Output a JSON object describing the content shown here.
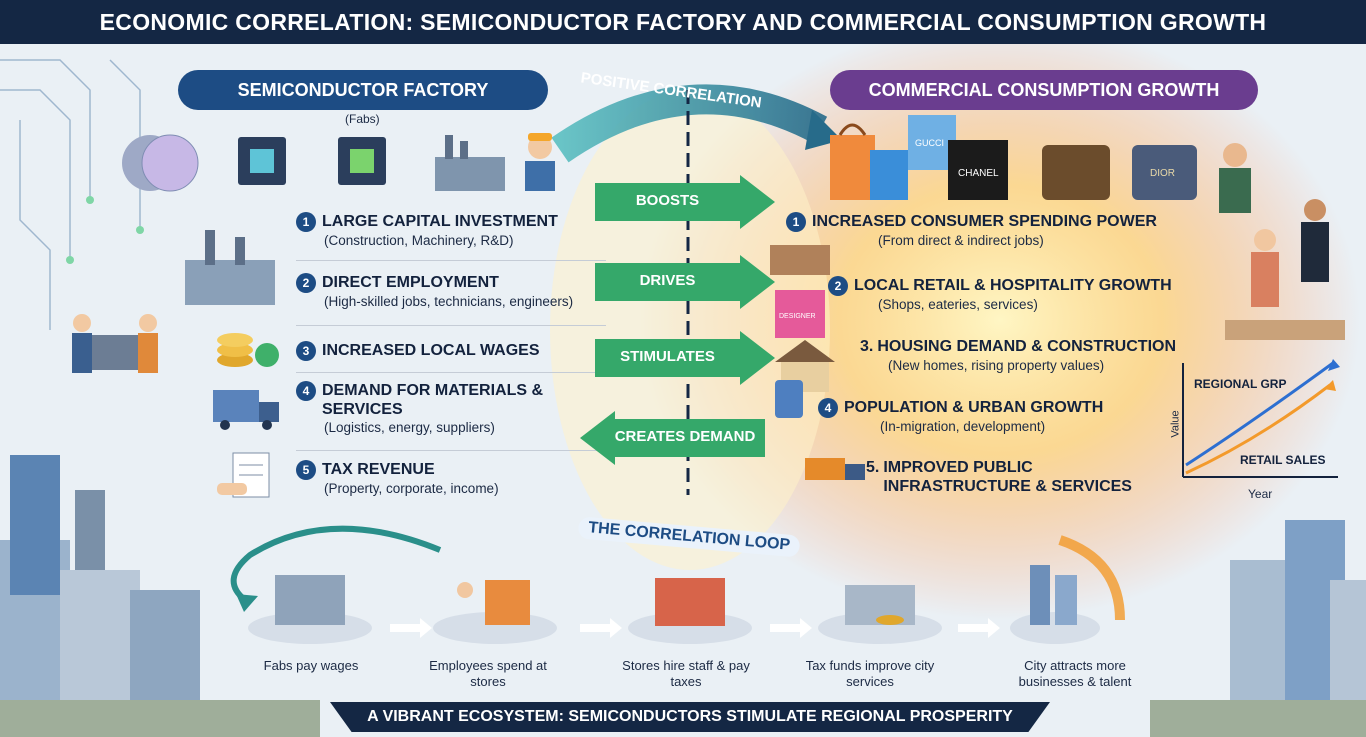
{
  "title": "ECONOMIC CORRELATION: SEMICONDUCTOR FACTORY AND COMMERCIAL CONSUMPTION GROWTH",
  "left_header": "SEMICONDUCTOR FACTORY",
  "right_header": "COMMERCIAL CONSUMPTION GROWTH",
  "fabs_label": "(Fabs)",
  "center_curve_label": "POSITIVE CORRELATION",
  "factory_items": [
    {
      "num": "1",
      "head": "LARGE CAPITAL INVESTMENT",
      "sub": "(Construction, Machinery, R&D)"
    },
    {
      "num": "2",
      "head": "DIRECT EMPLOYMENT",
      "sub": "(High-skilled jobs, technicians, engineers)"
    },
    {
      "num": "3",
      "head": "INCREASED LOCAL WAGES",
      "sub": ""
    },
    {
      "num": "4",
      "head": "DEMAND FOR MATERIALS & SERVICES",
      "sub": "(Logistics, energy, suppliers)"
    },
    {
      "num": "5",
      "head": "TAX REVENUE",
      "sub": "(Property, corporate, income)"
    }
  ],
  "arrows": [
    "BOOSTS",
    "DRIVES",
    "STIMULATES",
    "CREATES DEMAND"
  ],
  "consumption_items": [
    {
      "num": "1",
      "head": "INCREASED CONSUMER SPENDING POWER",
      "sub": "(From direct & indirect jobs)"
    },
    {
      "num": "2",
      "head": "LOCAL RETAIL & HOSPITALITY GROWTH",
      "sub": "(Shops, eateries, services)"
    },
    {
      "num": "3.",
      "head": "HOUSING DEMAND & CONSTRUCTION",
      "sub": "(New homes, rising property values)"
    },
    {
      "num": "4",
      "head": "POPULATION & URBAN GROWTH",
      "sub": "(In-migration, development)"
    },
    {
      "num": "5.",
      "head": "IMPROVED PUBLIC INFRASTRUCTURE & SERVICES",
      "sub": ""
    }
  ],
  "bag_brands": [
    "GUCCI",
    "CHANEL",
    "DIOR",
    "DESIGNER"
  ],
  "mini_graph": {
    "line1": "REGIONAL GRP",
    "line2": "RETAIL SALES",
    "x_axis": "Year",
    "y_axis": "Value"
  },
  "loop_title": "THE CORRELATION LOOP",
  "loop_steps": [
    "Fabs pay wages",
    "Employees spend at stores",
    "Stores hire staff & pay taxes",
    "Tax funds improve city services",
    "City attracts more businesses & talent"
  ],
  "bottom_banner": "A VIBRANT ECOSYSTEM: SEMICONDUCTORS STIMULATE REGIONAL PROSPERITY",
  "colors": {
    "navy": "#142744",
    "blue": "#1d4c84",
    "purple": "#6a3d8f",
    "green": "#35a86a",
    "orange": "#f39a2b"
  }
}
